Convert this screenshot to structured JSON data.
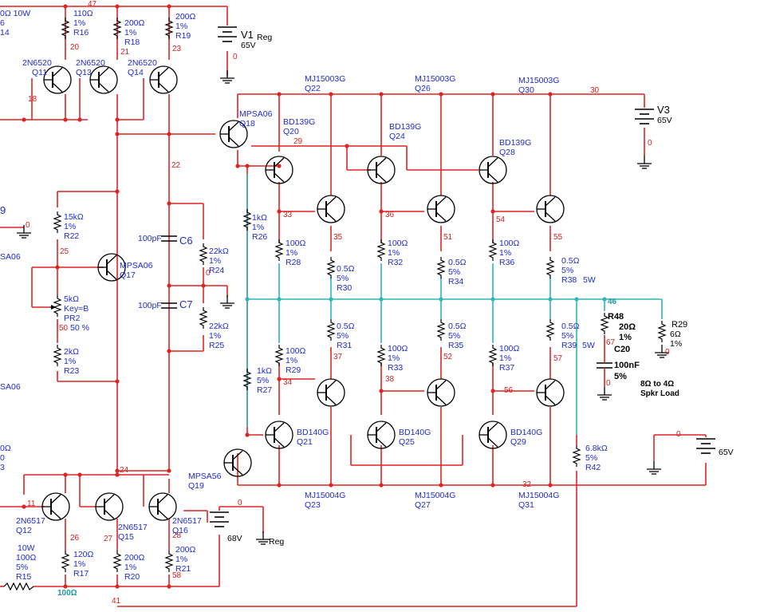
{
  "colors": {
    "wire": "#e02424",
    "bus": "#2ab8b8",
    "label": "#1f2bd0",
    "net": "#d42020",
    "symbol": "#000000"
  },
  "top_left_fragment": {
    "line1": "0Ω 10W",
    "line2": "6",
    "line3": "14"
  },
  "left_fragments": [
    "9",
    "0",
    "SA06",
    "SA06",
    "0Ω",
    "0",
    "3"
  ],
  "resistors": [
    {
      "name": "R16",
      "value": "110Ω",
      "tol": "1%"
    },
    {
      "name": "R18",
      "value": "200Ω",
      "tol": "1%"
    },
    {
      "name": "R19",
      "value": "200Ω",
      "tol": "1%"
    },
    {
      "name": "R22",
      "value": "15kΩ",
      "tol": "1%"
    },
    {
      "name": "R23",
      "value": "2kΩ",
      "tol": "1%"
    },
    {
      "name": "R24",
      "value": "22kΩ",
      "tol": "1%"
    },
    {
      "name": "R25",
      "value": "22kΩ",
      "tol": "1%"
    },
    {
      "name": "R26",
      "value": "1kΩ",
      "tol": "1%"
    },
    {
      "name": "R27",
      "value": "1kΩ",
      "tol": "5%"
    },
    {
      "name": "R28",
      "value": "100Ω",
      "tol": "1%"
    },
    {
      "name": "R29",
      "value": "100Ω",
      "tol": "1%"
    },
    {
      "name": "R30",
      "value": "0.5Ω",
      "tol": "5%"
    },
    {
      "name": "R31",
      "value": "0.5Ω",
      "tol": "5%"
    },
    {
      "name": "R32",
      "value": "100Ω",
      "tol": "1%"
    },
    {
      "name": "R33",
      "value": "100Ω",
      "tol": "1%"
    },
    {
      "name": "R34",
      "value": "0.5Ω",
      "tol": "5%"
    },
    {
      "name": "R35",
      "value": "0.5Ω",
      "tol": "5%"
    },
    {
      "name": "R36",
      "value": "100Ω",
      "tol": "1%"
    },
    {
      "name": "R37",
      "value": "100Ω",
      "tol": "1%"
    },
    {
      "name": "R38",
      "value": "0.5Ω",
      "tol": "5%",
      "extra": "5W"
    },
    {
      "name": "R39",
      "value": "0.5Ω",
      "tol": "5%",
      "extra": "5W"
    },
    {
      "name": "R42",
      "value": "6.8kΩ",
      "tol": "5%"
    },
    {
      "name": "R15",
      "value": "100Ω",
      "tol": "5%",
      "extra": "10W"
    },
    {
      "name": "R17",
      "value": "120Ω",
      "tol": "1%"
    },
    {
      "name": "R20",
      "value": "200Ω",
      "tol": "1%"
    },
    {
      "name": "R21",
      "value": "200Ω",
      "tol": "1%"
    }
  ],
  "pot": {
    "value": "5kΩ",
    "key": "Key=B",
    "name": "PR2",
    "pos": "50 %",
    "net": "50"
  },
  "r48": {
    "name": "R48",
    "value": "20Ω",
    "tol": "1%"
  },
  "c20": {
    "name": "C20",
    "value": "100nF",
    "tol": "5%"
  },
  "r29_load": {
    "name": "R29",
    "value": "6Ω",
    "tol": "1%",
    "caption": "8Ω to 4Ω",
    "caption2": "Spkr Load"
  },
  "caps": [
    {
      "name": "C6",
      "value": "100pF"
    },
    {
      "name": "C7",
      "value": "100pF"
    }
  ],
  "transistors": [
    {
      "type": "2N6520",
      "name": "Q11"
    },
    {
      "type": "2N6520",
      "name": "Q13"
    },
    {
      "type": "2N6520",
      "name": "Q14"
    },
    {
      "type": "MPSA06",
      "name": "Q18"
    },
    {
      "type": "MPSA06",
      "name": "Q17"
    },
    {
      "type": "MPSA56",
      "name": "Q19"
    },
    {
      "type": "2N6517",
      "name": "Q12"
    },
    {
      "type": "2N6517",
      "name": "Q15"
    },
    {
      "type": "2N6517",
      "name": "Q16"
    },
    {
      "type": "BD139G",
      "name": "Q20"
    },
    {
      "type": "BD139G",
      "name": "Q24"
    },
    {
      "type": "BD139G",
      "name": "Q28"
    },
    {
      "type": "BD140G",
      "name": "Q21"
    },
    {
      "type": "BD140G",
      "name": "Q25"
    },
    {
      "type": "BD140G",
      "name": "Q29"
    },
    {
      "type": "MJ15003G",
      "name": "Q22"
    },
    {
      "type": "MJ15003G",
      "name": "Q26"
    },
    {
      "type": "MJ15003G",
      "name": "Q30"
    },
    {
      "type": "MJ15004G",
      "name": "Q23"
    },
    {
      "type": "MJ15004G",
      "name": "Q27"
    },
    {
      "type": "MJ15004G",
      "name": "Q31"
    }
  ],
  "sources": [
    {
      "name": "V1",
      "suffix": "Reg",
      "value": "65V"
    },
    {
      "name": "V3",
      "value": "65V"
    },
    {
      "value": "65V"
    },
    {
      "value": "68V",
      "suffix": "Reg"
    }
  ],
  "nets": [
    "47",
    "20",
    "21",
    "23",
    "18",
    "22",
    "25",
    "0",
    "29",
    "33",
    "35",
    "36",
    "51",
    "54",
    "55",
    "30",
    "0",
    "37",
    "52",
    "57",
    "34",
    "38",
    "56",
    "67",
    "0",
    "24",
    "11",
    "26",
    "27",
    "28",
    "58",
    "41",
    "32",
    "0",
    "0",
    "0",
    "46",
    "0"
  ],
  "bus_label": "100Ω"
}
